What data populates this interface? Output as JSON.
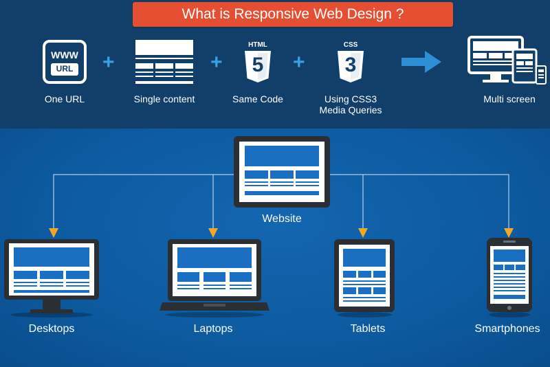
{
  "title": "What is Responsive Web Design ?",
  "steps": [
    {
      "label": "One URL",
      "icon": "url-icon",
      "www": "WWW",
      "url": "URL"
    },
    {
      "label": "Single content",
      "icon": "layout-icon"
    },
    {
      "label": "Same Code",
      "icon": "html5-icon",
      "badge": "HTML",
      "glyph": "5"
    },
    {
      "label_line1": "Using CSS3",
      "label_line2": "Media Queries",
      "icon": "css3-icon",
      "badge": "CSS",
      "glyph": "3"
    },
    {
      "label": "Multi screen",
      "icon": "multi-screen-icon"
    }
  ],
  "hub": {
    "label": "Website"
  },
  "devices": [
    {
      "label": "Desktops"
    },
    {
      "label": "Laptops"
    },
    {
      "label": "Tablets"
    },
    {
      "label": "Smartphones"
    }
  ],
  "colors": {
    "top_bg": "#123e6a",
    "bottom_bg": "#0d5aa0",
    "title_bg": "#e64e32",
    "arrow": "#f5a623",
    "accent": "#2f8fd6"
  }
}
